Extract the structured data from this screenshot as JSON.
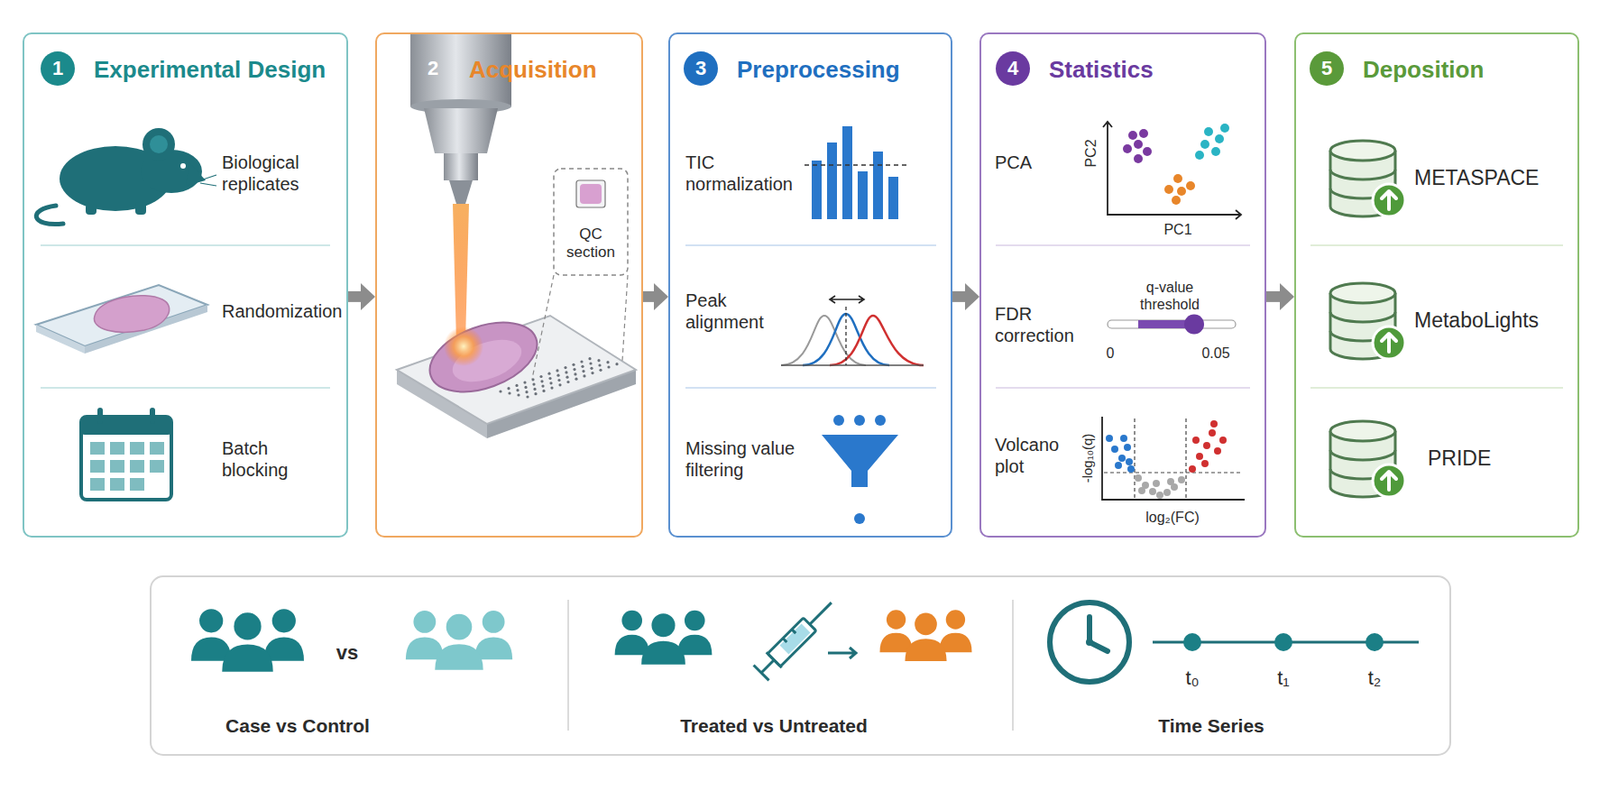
{
  "diagram": {
    "nodes": [
      {
        "text": [
          "Experimental Design"
        ]
      },
      {
        "text": [
          "Acquisition"
        ]
      },
      {
        "text": [
          "Preprocessing"
        ]
      },
      {
        "text": [
          "Statistics"
        ]
      },
      {
        "text": [
          "Deposition"
        ]
      },
      {
        "text": [
          "Case vs Control",
          "Treated vs Untreated",
          "Time Series"
        ]
      }
    ],
    "edges": [
      {
        "from": 0,
        "to": 1,
        "arrow": "to"
      },
      {
        "from": 1,
        "to": 2,
        "arrow": "to"
      },
      {
        "from": 2,
        "to": 3,
        "arrow": "to"
      },
      {
        "from": 3,
        "to": 4,
        "arrow": "to"
      }
    ],
    "labels": [
      "1",
      "Biological replicates",
      "Randomization",
      "Batch blocking",
      "2",
      "QC section",
      "3",
      "TIC normalization",
      "Peak alignment",
      "Missing value filtering",
      "4",
      "PCA",
      "PC2",
      "PC1",
      "FDR correction",
      "q-value threshold",
      "0",
      "0.05",
      "Volcano plot",
      "-log₁₀(q)",
      "log₂(FC)",
      "5",
      "METASPACE",
      "MetaboLights",
      "PRIDE",
      "vs",
      "t₀",
      "t₁",
      "t₂"
    ]
  }
}
